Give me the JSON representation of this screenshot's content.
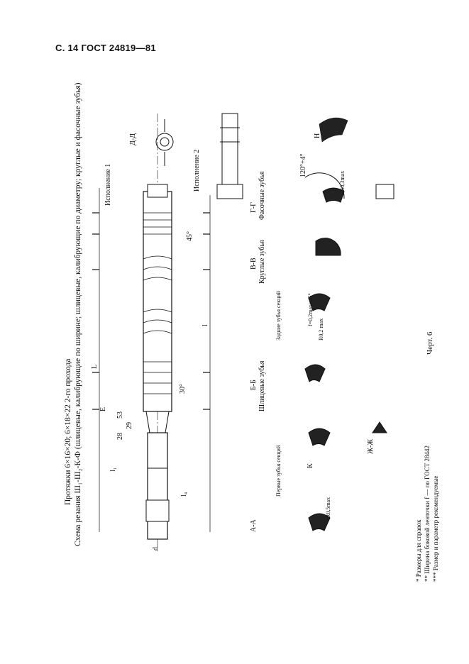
{
  "header": "С. 14 ГОСТ 24819—81",
  "title_line1": "Протяжки 6×16×20; 6×18×22 2-го прохода",
  "title_line2": "Схема резания Ш₁-Ш₂-К-Ф (шлицевые, калибрующие по ширине; шлицевые, калибрующие по диаметру; круглые и фасочные зубья)",
  "labels": {
    "isp1": "Исполнение 1",
    "isp2": "Исполнение 2",
    "dd": "Д-Д",
    "aa": "А-А",
    "bb": "Б-Б",
    "vv": "В-В",
    "gg": "Г-Г",
    "zhzh": "Ж-Ж",
    "shlic": "Шлицевые зубья",
    "krugl": "Круглые зубья",
    "fasoch": "Фасочные зубья",
    "l": "l",
    "L": "L",
    "l1": "l₁",
    "l4": "l₄",
    "d": "d",
    "E": "E",
    "H": "Н",
    "K": "К",
    "angle45": "45°",
    "angle30": "30°",
    "angle120": "120°+4°",
    "dim28": "28",
    "dim53": "53",
    "dim29": "29",
    "r05": "R0,5max",
    "r02": "R0,2 max",
    "r03": "R0,3max",
    "f02": "f=0,2max×45°",
    "detail_first": "Первые зубья секций",
    "detail_back": "Задние зубья секций"
  },
  "notes": [
    "* Размеры для справок",
    "** Ширина боковой ленточки f — по ГОСТ 28442",
    "*** Размер и параметр рекомендуемые"
  ],
  "figure": "Черт. 6"
}
